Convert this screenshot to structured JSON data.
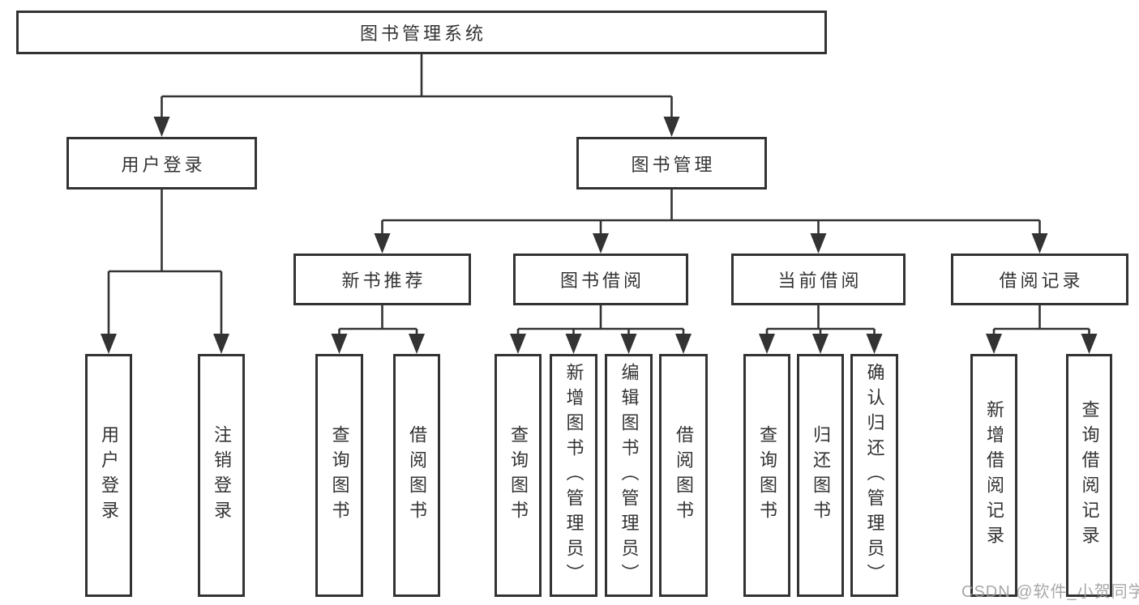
{
  "diagram_title": "图书管理系统",
  "tree": {
    "label": "图书管理系统",
    "children": [
      {
        "label": "用户登录",
        "children": [
          {
            "label": "用户登录"
          },
          {
            "label": "注销登录"
          }
        ]
      },
      {
        "label": "图书管理",
        "children": [
          {
            "label": "新书推荐",
            "children": [
              {
                "label": "查询图书"
              },
              {
                "label": "借阅图书"
              }
            ]
          },
          {
            "label": "图书借阅",
            "children": [
              {
                "label": "查询图书"
              },
              {
                "label": "新增图书（管理员）"
              },
              {
                "label": "编辑图书（管理员）"
              },
              {
                "label": "借阅图书"
              }
            ]
          },
          {
            "label": "当前借阅",
            "children": [
              {
                "label": "查询图书"
              },
              {
                "label": "归还图书"
              },
              {
                "label": "确认归还（管理员）"
              }
            ]
          },
          {
            "label": "借阅记录",
            "children": [
              {
                "label": "新增借阅记录"
              },
              {
                "label": "查询借阅记录"
              }
            ]
          }
        ]
      }
    ]
  },
  "watermark": {
    "text": "CSDN @软件_小贺同学"
  },
  "colors": {
    "line": "#333333",
    "box_border": "#333333",
    "text": "#333333",
    "background": "#ffffff",
    "watermark": "#9c9c9c"
  }
}
